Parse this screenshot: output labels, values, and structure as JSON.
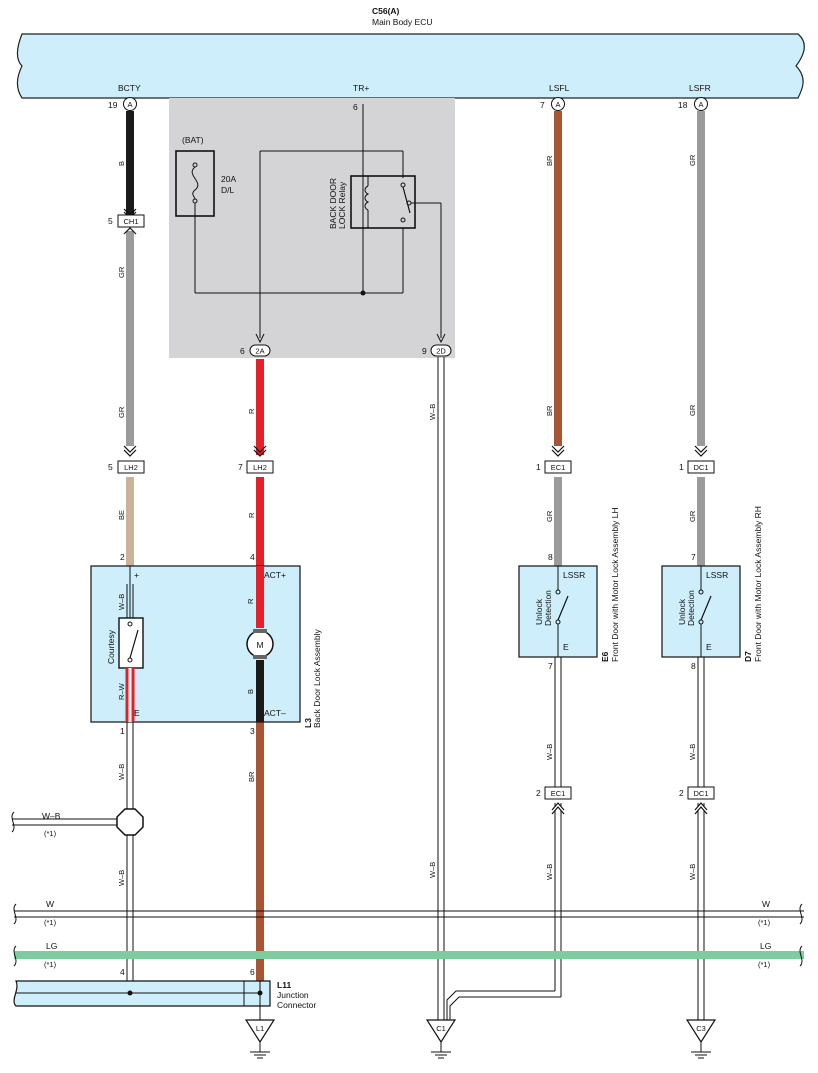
{
  "ecu": {
    "code": "C56(A)",
    "name": "Main Body ECU"
  },
  "ecu_pins": [
    {
      "name": "BCTY",
      "num": "19",
      "conn": "A"
    },
    {
      "name": "TR+",
      "num": "6",
      "conn": ""
    },
    {
      "name": "LSFL",
      "num": "7",
      "conn": "A"
    },
    {
      "name": "LSFR",
      "num": "18",
      "conn": "A"
    }
  ],
  "relay_box": {
    "bat": "(BAT)",
    "fuse_amp": "20A",
    "fuse_name": "D/L",
    "relay_line1": "BACK DOOR",
    "relay_line2": "LOCK Relay",
    "out_2a": {
      "num": "6",
      "tag": "2A"
    },
    "out_2d": {
      "num": "9",
      "tag": "2D"
    }
  },
  "connectors": {
    "ch1": {
      "num": "5",
      "tag": "CH1"
    },
    "lh2_a": {
      "num": "5",
      "tag": "LH2"
    },
    "lh2_b": {
      "num": "7",
      "tag": "LH2"
    },
    "ec1_top": {
      "num": "1",
      "tag": "EC1"
    },
    "dc1_top": {
      "num": "1",
      "tag": "DC1"
    },
    "ec1_bot": {
      "num": "2",
      "tag": "EC1"
    },
    "dc1_bot": {
      "num": "2",
      "tag": "DC1"
    }
  },
  "wires": {
    "bctyTop": "B",
    "bctyMid": "GR",
    "bctyMid2": "GR",
    "bctyLow": "BE",
    "actTop": "R",
    "actMid": "R",
    "lsflTop": "BR",
    "lsflMid": "BR",
    "lsflLow": "GR",
    "lsfrTop": "GR",
    "lsfrMid": "GR",
    "lsfrLow": "GR",
    "tr2d": "W–B",
    "l3w1": "W–B",
    "l3w2": "W–B",
    "splice": "W–B",
    "actBr": "BR",
    "e6w1": "W–B",
    "e6w2": "W–B",
    "d7w1": "W–B",
    "d7w2": "W–B",
    "c1w": "W–B"
  },
  "l3": {
    "code": "L3",
    "name": "Back Door Lock Assembly",
    "pin2": "2",
    "pin4": "4",
    "pin1": "1",
    "pin3": "3",
    "plus": "+",
    "e": "E",
    "act_plus": "ACT+",
    "act_minus": "ACT–",
    "courtesy": "Courtesy",
    "motor": "M",
    "inner_wb": "W–B",
    "inner_rw": "R–W",
    "inner_r": "R",
    "inner_b": "B"
  },
  "e6": {
    "code": "E6",
    "name": "Front Door with Motor Lock Assembly LH",
    "pin_in": "8",
    "pin_out": "7",
    "lssr": "LSSR",
    "e": "E",
    "det1": "Unlock",
    "det2": "Detection"
  },
  "d7": {
    "code": "D7",
    "name": "Front Door with Motor Lock Assembly RH",
    "pin_in": "7",
    "pin_out": "8",
    "lssr": "LSSR",
    "e": "E",
    "det1": "Unlock",
    "det2": "Detection"
  },
  "left_branch": {
    "label": "W–B",
    "note": "(*1)"
  },
  "bus_w": {
    "label": "W",
    "note": "(*1)"
  },
  "bus_lg": {
    "label": "LG",
    "note": "(*1)"
  },
  "l11": {
    "code": "L11",
    "name1": "Junction",
    "name2": "Connector",
    "pin_a": "4",
    "pin_b": "6"
  },
  "grounds": [
    "L1",
    "C1",
    "C3"
  ],
  "colors": {
    "ecu_fill": "#cdeefa",
    "relay_bg": "#d4d4d6",
    "component_fill": "#cdeefa",
    "wire_black": "#1a1a1a",
    "wire_gray": "#9b9b9b",
    "wire_red": "#e4202a",
    "wire_brown": "#a75533",
    "wire_beige": "#c9b49a",
    "wire_green": "#7ecb9d"
  }
}
